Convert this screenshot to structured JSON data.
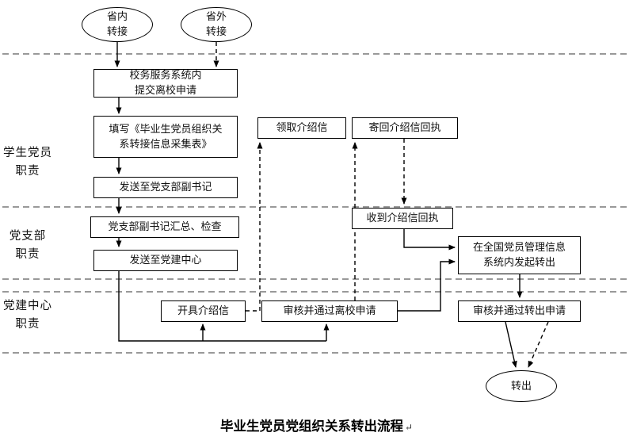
{
  "title": {
    "text": "毕业生党员党组织关系转出流程",
    "mark": "↵"
  },
  "lanes": [
    {
      "label": "学生党员\n职责"
    },
    {
      "label": "党支部\n职责"
    },
    {
      "label": "党建中心\n职责"
    }
  ],
  "nodes": {
    "start_in_province": "省内\n转接",
    "start_out_province": "省外\n转接",
    "submit_leave": "校务服务系统内\n提交离校申请",
    "fill_form": "填写《毕业生党员组织关\n系转接信息采集表》",
    "send_deputy": "发送至党支部副书记",
    "deputy_check": "党支部副书记汇总、检查",
    "send_center": "发送至党建中心",
    "issue_letter": "开具介绍信",
    "receive_letter": "领取介绍信",
    "mail_receipt": "寄回介绍信回执",
    "got_receipt": "收到介绍信回执",
    "initiate_transfer": "在全国党员管理信息\n系统内发起转出",
    "approve_leave": "审核并通过离校申请",
    "approve_transfer": "审核并通过转出申请",
    "end_transfer": "转出"
  },
  "colors": {
    "line": "#000000",
    "lane_line": "#333333",
    "background": "#ffffff"
  }
}
